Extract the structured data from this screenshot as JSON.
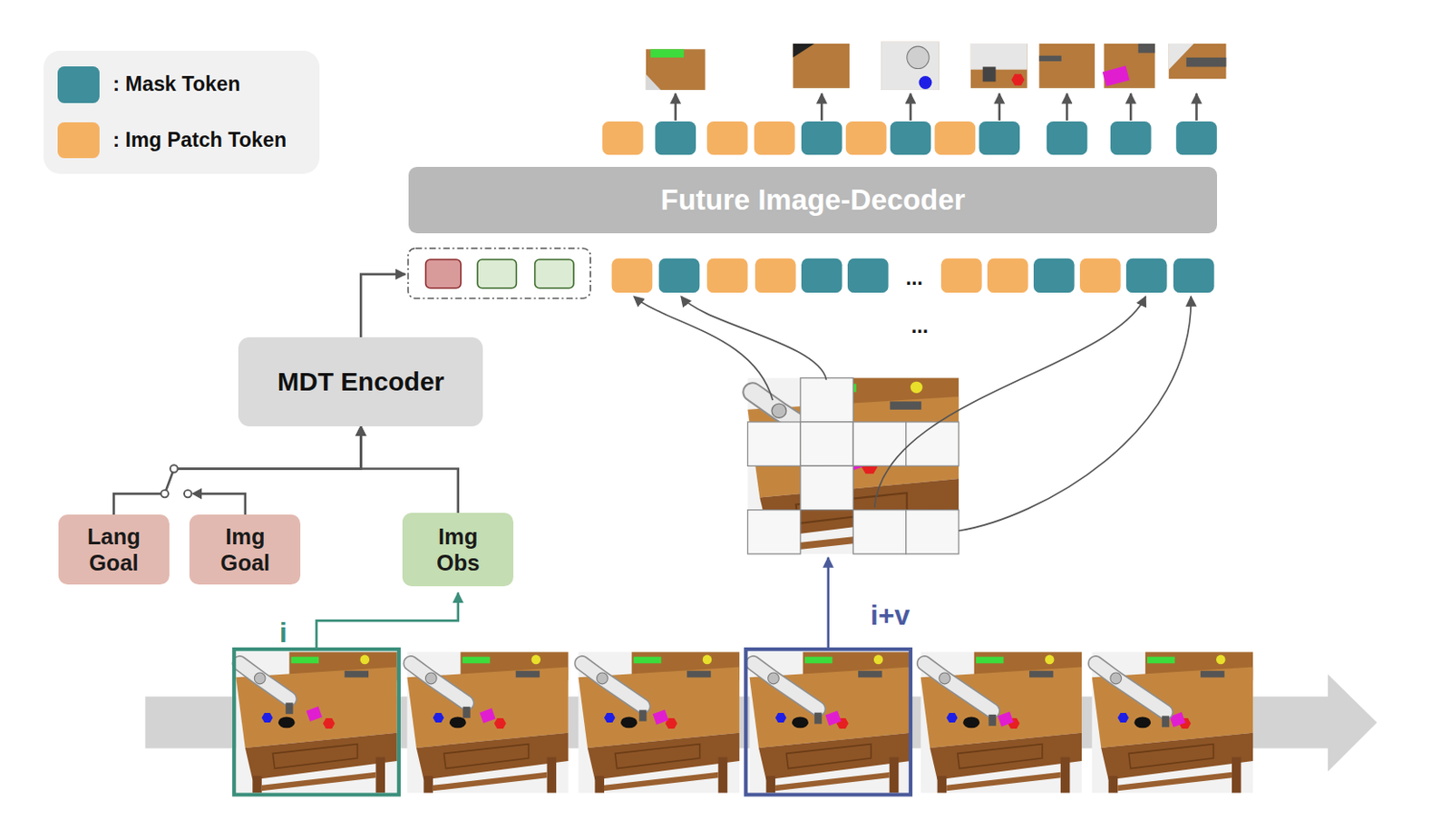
{
  "diagram": {
    "nodes": [
      {
        "text": [
          "Future Image-Decoder"
        ]
      },
      {
        "text": [
          "MDT Encoder"
        ]
      },
      {
        "text": [
          "Lang Goal"
        ]
      },
      {
        "text": [
          "Img Goal"
        ]
      },
      {
        "text": [
          "Img Obs"
        ]
      }
    ],
    "edges": [
      {
        "from": 2,
        "to": 1,
        "arrow": "to"
      },
      {
        "from": 3,
        "to": 1,
        "arrow": "to"
      },
      {
        "from": 4,
        "to": 1,
        "arrow": "to"
      }
    ],
    "labels": [
      "...",
      "...",
      "i+v",
      "i"
    ],
    "legend": [
      {
        "text": ": Mask Token",
        "color": "#3f8e9b"
      },
      {
        "text": ": Img Patch Token",
        "color": "#f5b162"
      }
    ]
  }
}
